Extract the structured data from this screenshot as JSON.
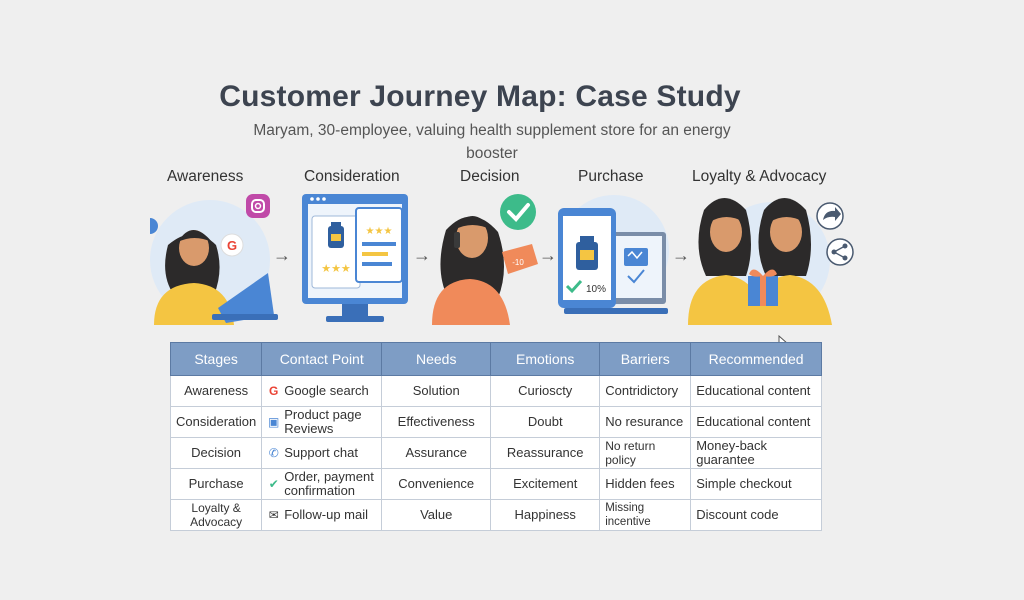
{
  "header": {
    "title": "Customer Journey Map: Case Study",
    "subtitle": "Maryam, 30-employee, valuing health supplement store for an energy booster"
  },
  "stages": [
    {
      "label": "Awareness"
    },
    {
      "label": "Consideration"
    },
    {
      "label": "Decision"
    },
    {
      "label": "Purchase"
    },
    {
      "label": "Loyalty & Advocacy"
    }
  ],
  "arrows": [
    "→",
    "→",
    "→",
    "→"
  ],
  "illustrations": {
    "decision_tag": "-10",
    "purchase_discount": "10%"
  },
  "icons": [
    "instagram-icon",
    "google-icon",
    "checkmark-icon",
    "price-tag-icon",
    "share-arrow-icon",
    "share-network-icon",
    "gift-icon",
    "mail-icon",
    "phone-icon"
  ],
  "table": {
    "columns": [
      "Stages",
      "Contact Point",
      "Needs",
      "Emotions",
      "Barriers",
      "Recommended"
    ],
    "rows": [
      {
        "stage": "Awareness",
        "icon": "G",
        "contact_point": "Google search",
        "needs": "Solution",
        "emotions": "Curioscty",
        "barriers": "Contridictory",
        "recommended": "Educational content"
      },
      {
        "stage": "Consideration",
        "icon": "▣",
        "contact_point": "Product page Reviews",
        "needs": "Effectiveness",
        "emotions": "Doubt",
        "barriers": "No resurance",
        "recommended": "Educational content"
      },
      {
        "stage": "Decision",
        "icon": "✆",
        "contact_point": "Support chat",
        "needs": "Assurance",
        "emotions": "Reassurance",
        "barriers": "No return policy",
        "recommended": "Money-back guarantee"
      },
      {
        "stage": "Purchase",
        "icon": "✔",
        "contact_point": "Order, payment confirmation",
        "needs": "Convenience",
        "emotions": "Excitement",
        "barriers": "Hidden fees",
        "recommended": "Simple checkout"
      },
      {
        "stage": "Loyalty & Advocacy",
        "icon": "✉",
        "contact_point": "Follow-up mail",
        "needs": "Value",
        "emotions": "Happiness",
        "barriers": "Missing incentive",
        "recommended": "Discount code"
      }
    ]
  },
  "colors": {
    "header_bg": "#7e9dc5",
    "accent_blue": "#4a86d4",
    "skin": "#d99a6c",
    "shirt_yellow": "#f4c542",
    "shirt_orange": "#f08a5a",
    "check_green": "#3dbb8a"
  }
}
